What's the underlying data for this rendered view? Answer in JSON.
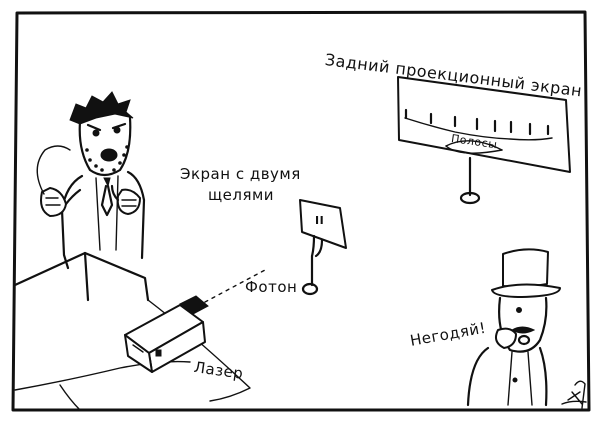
{
  "labels": {
    "rear_screen": "Задний проекционный экран",
    "fringes": "Полосы",
    "double_slit_line1": "Экран с двумя",
    "double_slit_line2": "щелями",
    "slit_symbol": "II",
    "photon": "Фотон",
    "laser": "Лазер",
    "villain": "Негодяй!"
  },
  "characters": [
    "angry-scientist",
    "top-hat-villain"
  ]
}
